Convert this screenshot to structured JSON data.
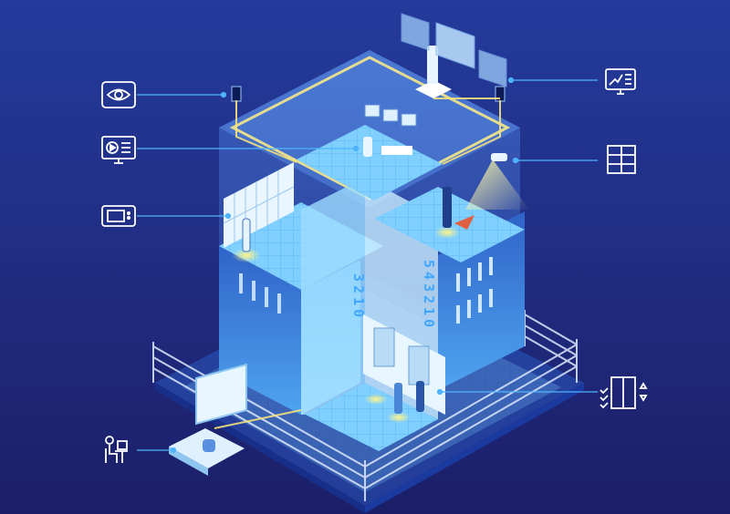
{
  "colors": {
    "background_top": "#223a9a",
    "background_bottom": "#1d1f6b",
    "accent_glow": "#f6e27a",
    "line": "#4fb3ff",
    "icon": "#ffffff",
    "building_light": "#8fd0ff",
    "building_dark": "#1f4fb0"
  },
  "floor_labels": {
    "left_tower": [
      "3",
      "2",
      "1",
      "0"
    ],
    "right_tower": [
      "5",
      "4",
      "3",
      "2",
      "1",
      "0"
    ]
  },
  "left_icons": [
    "eye-icon",
    "video-monitor-icon",
    "card-reader-icon",
    "desk-worker-icon"
  ],
  "right_icons": [
    "analytics-monitor-icon",
    "grid-panel-icon",
    "elevator-checklist-icon"
  ]
}
